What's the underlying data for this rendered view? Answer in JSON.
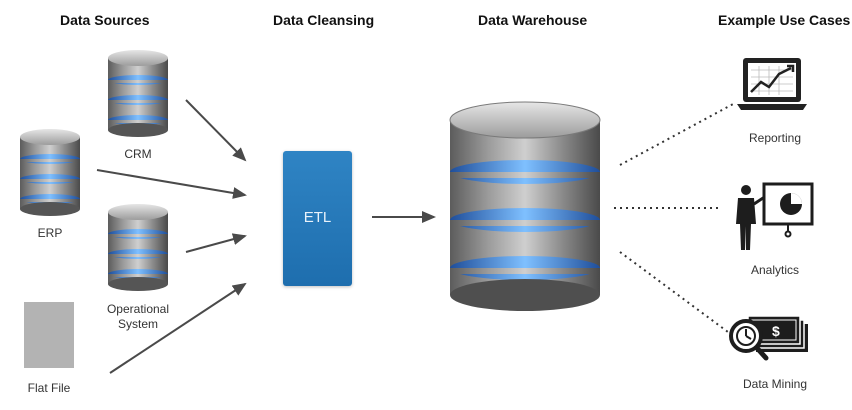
{
  "headings": {
    "sources": "Data Sources",
    "cleansing": "Data Cleansing",
    "warehouse": "Data Warehouse",
    "use_cases": "Example Use Cases"
  },
  "sources": {
    "crm": "CRM",
    "erp": "ERP",
    "operational_line1": "Operational",
    "operational_line2": "System",
    "flat_file": "Flat File"
  },
  "etl": {
    "label": "ETL",
    "color": "#2a7dbf"
  },
  "use_cases": {
    "reporting": "Reporting",
    "analytics": "Analytics",
    "data_mining": "Data Mining"
  },
  "icons": {
    "database": "database-icon",
    "reporting": "laptop-chart-icon",
    "analytics": "presenter-pie-chart-icon",
    "data_mining": "magnifier-money-icon"
  },
  "colors": {
    "db_glow": "#3a8cff",
    "db_metal": "#8a8a8a",
    "arrow": "#4a4a4a"
  }
}
